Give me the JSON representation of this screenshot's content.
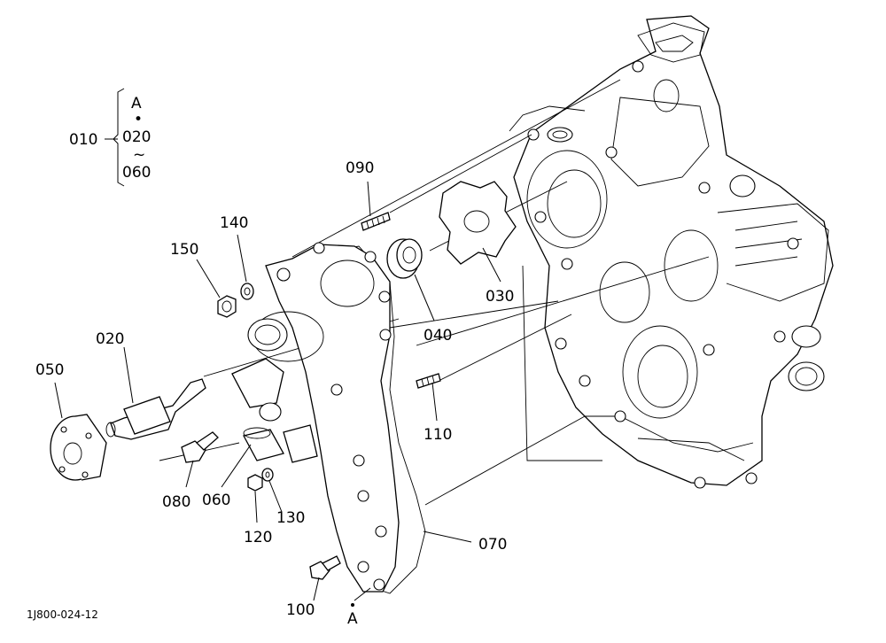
{
  "labels": {
    "p010": "010",
    "p020": "020",
    "p030": "030",
    "p040": "040",
    "p050": "050",
    "p060": "060",
    "p070": "070",
    "p080": "080",
    "p090": "090",
    "p100": "100",
    "p110": "110",
    "p120": "120",
    "p130": "130",
    "p140": "140",
    "p150": "150"
  },
  "assembly_group": {
    "ref_a": "A",
    "dot": "•",
    "from": "020",
    "tilde": "~",
    "to": "060"
  },
  "ref_mark_a": "A",
  "drawing_code": "1J800-024-12"
}
